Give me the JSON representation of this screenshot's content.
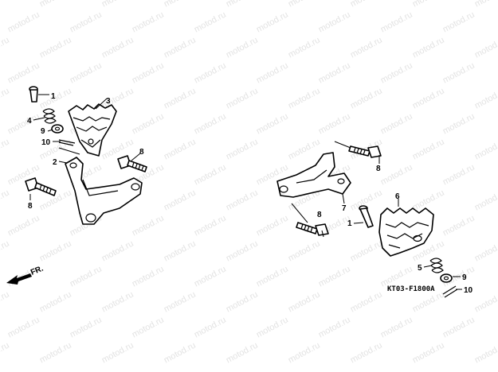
{
  "watermark": {
    "text": "motod.ru"
  },
  "diagram": {
    "direction_label": "FR.",
    "part_code": "KT03-F1800A",
    "callouts": {
      "left_1": "1",
      "left_2": "2",
      "left_3": "3",
      "left_4": "4",
      "left_8a": "8",
      "left_8b": "8",
      "left_9": "9",
      "left_10": "10",
      "right_1": "1",
      "right_5": "5",
      "right_6": "6",
      "right_7": "7",
      "right_8a": "8",
      "right_8b": "8",
      "right_9": "9",
      "right_10": "10"
    }
  }
}
